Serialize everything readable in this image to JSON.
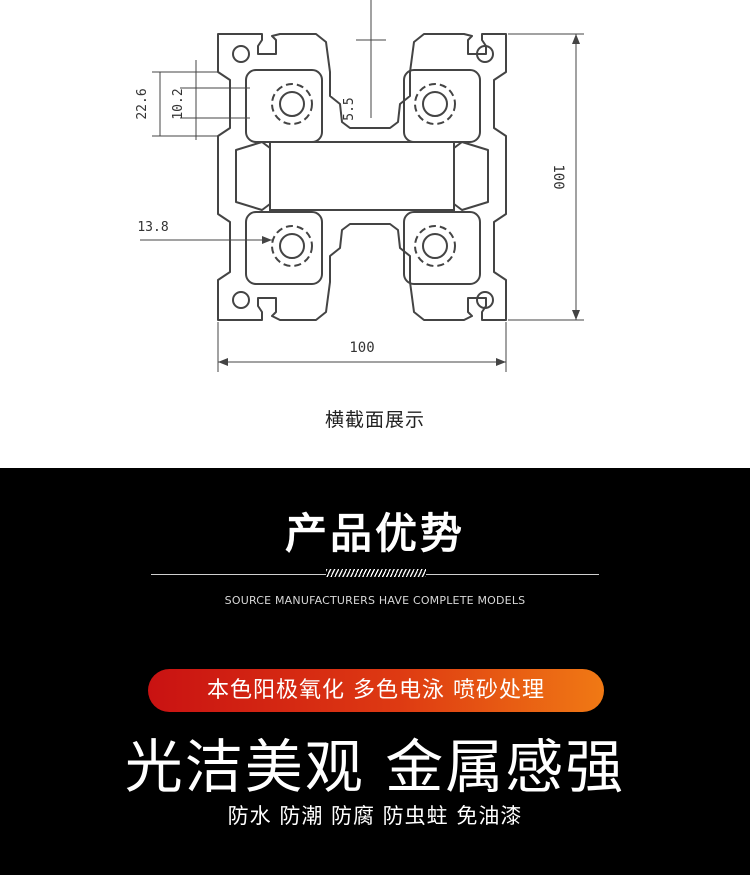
{
  "drawing": {
    "dim_outer_width": "100",
    "dim_outer_height": "100",
    "dim_slot_outer": "22.6",
    "dim_slot_inner": "10.2",
    "dim_center": "5.5",
    "dim_hole": "13.8",
    "caption": "横截面展示"
  },
  "advantages": {
    "title": "产品优势",
    "subtitle": "SOURCE MANUFACTURERS HAVE COMPLETE MODELS",
    "treatments": "本色阳极氧化  多色电泳  喷砂处理",
    "headline": "光洁美观  金属感强",
    "features": "防水  防潮  防腐  防虫蛀  免油漆"
  },
  "colors": {
    "pill_start": "#c91212",
    "pill_end": "#f07914",
    "dark_background": "#000000"
  }
}
